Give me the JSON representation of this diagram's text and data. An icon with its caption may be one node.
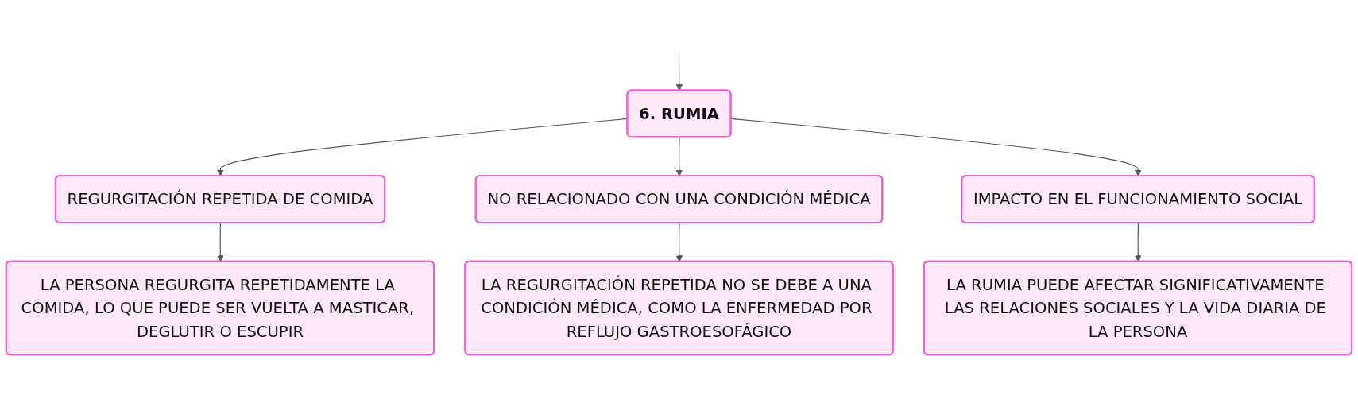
{
  "diagram": {
    "nodes": [
      {
        "text": [
          "6. RUMIA"
        ]
      },
      {
        "text": [
          "REGURGITACIÓN REPETIDA DE COMIDA"
        ]
      },
      {
        "text": [
          "NO RELACIONADO CON UNA CONDICIÓN MÉDICA"
        ]
      },
      {
        "text": [
          "IMPACTO EN EL FUNCIONAMIENTO SOCIAL"
        ]
      },
      {
        "text": [
          "LA PERSONA REGURGITA REPETIDAMENTE LA COMIDA, LO QUE PUEDE SER VUELTA A MASTICAR, DEGLUTIR O ESCUPIR"
        ]
      },
      {
        "text": [
          "LA REGURGITACIÓN REPETIDA NO SE DEBE A UNA CONDICIÓN MÉDICA, COMO LA ENFERMEDAD POR REFLUJO GASTROESOFÁGICO"
        ]
      },
      {
        "text": [
          "LA RUMIA PUEDE AFECTAR SIGNIFICATIVAMENTE LAS RELACIONES SOCIALES Y LA VIDA DIARIA DE LA PERSONA"
        ]
      }
    ],
    "edges": [
      {
        "from": null,
        "to": 0,
        "arrow": "to"
      },
      {
        "from": 0,
        "to": 1,
        "arrow": "to"
      },
      {
        "from": 0,
        "to": 2,
        "arrow": "to"
      },
      {
        "from": 0,
        "to": 3,
        "arrow": "to"
      },
      {
        "from": 1,
        "to": 4,
        "arrow": "to"
      },
      {
        "from": 2,
        "to": 5,
        "arrow": "to"
      },
      {
        "from": 3,
        "to": 6,
        "arrow": "to"
      }
    ]
  }
}
